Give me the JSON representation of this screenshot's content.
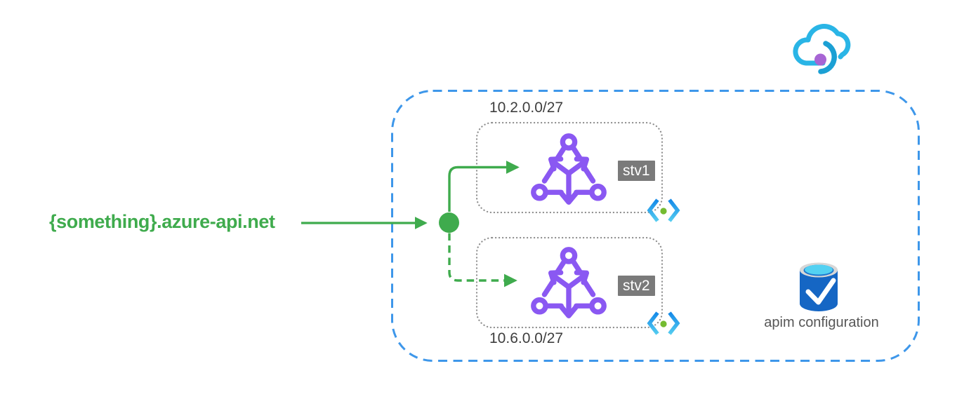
{
  "diagram": {
    "hostname": "{something}.azure-api.net",
    "vnet": {
      "boundary": "dashed-blue-rounded-rectangle",
      "subnets": [
        {
          "cidr": "10.2.0.0/27",
          "version_badge": "stv1",
          "service_icon": "api-management-icon",
          "corner_icon": "api-icon"
        },
        {
          "cidr": "10.6.0.0/27",
          "version_badge": "stv2",
          "service_icon": "api-management-icon",
          "corner_icon": "api-icon"
        }
      ]
    },
    "storage": {
      "label": "apim configuration",
      "icon": "database-check-icon"
    },
    "cloud": {
      "icon": "azure-cloud-icon"
    },
    "connectors": {
      "hostname_to_junction": "solid-green-arrow",
      "junction_to_stv1": "solid-green-elbow-arrow",
      "junction_to_stv2": "dashed-green-elbow-arrow"
    },
    "colors": {
      "green": "#3fab4d",
      "purple": "#8a58f2",
      "boundary_blue": "#3e97ea",
      "dotted_gray": "#8e8e8e",
      "subnet_text": "#3e3e3e",
      "badge_bg": "#7a7a7a",
      "db_blue": "#1566c4",
      "db_top_cyan": "#53d1f2",
      "cloud_cyan": "#2ab5e6",
      "cloud_dot_purple": "#a765d4",
      "api_dot_green": "#74bb31"
    }
  }
}
